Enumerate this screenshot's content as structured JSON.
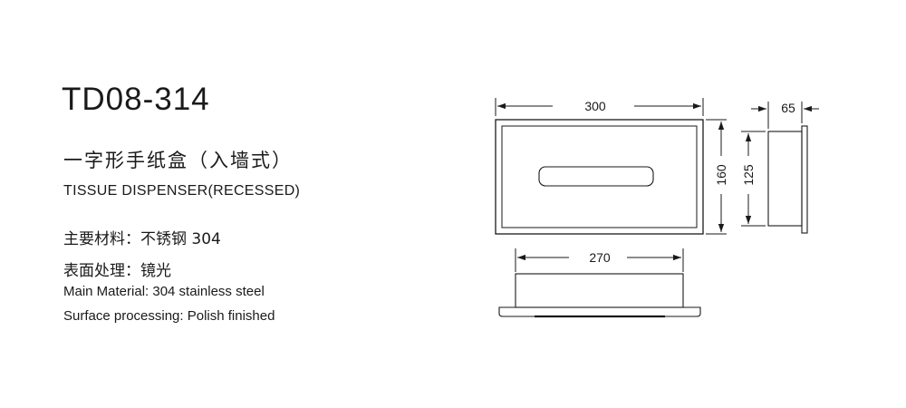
{
  "product": {
    "model": "TD08-314",
    "name_cn": "一字形手纸盒（入墙式）",
    "name_en": "TISSUE DISPENSER(RECESSED)",
    "material_cn": "主要材料：不锈钢 304",
    "finish_cn": "表面处理：镜光",
    "material_en": "Main Material: 304 stainless steel",
    "finish_en": "Surface processing: Polish finished"
  },
  "dimensions": {
    "front_width": "300",
    "front_height": "160",
    "inner_height": "125",
    "depth": "65",
    "body_width": "270"
  }
}
